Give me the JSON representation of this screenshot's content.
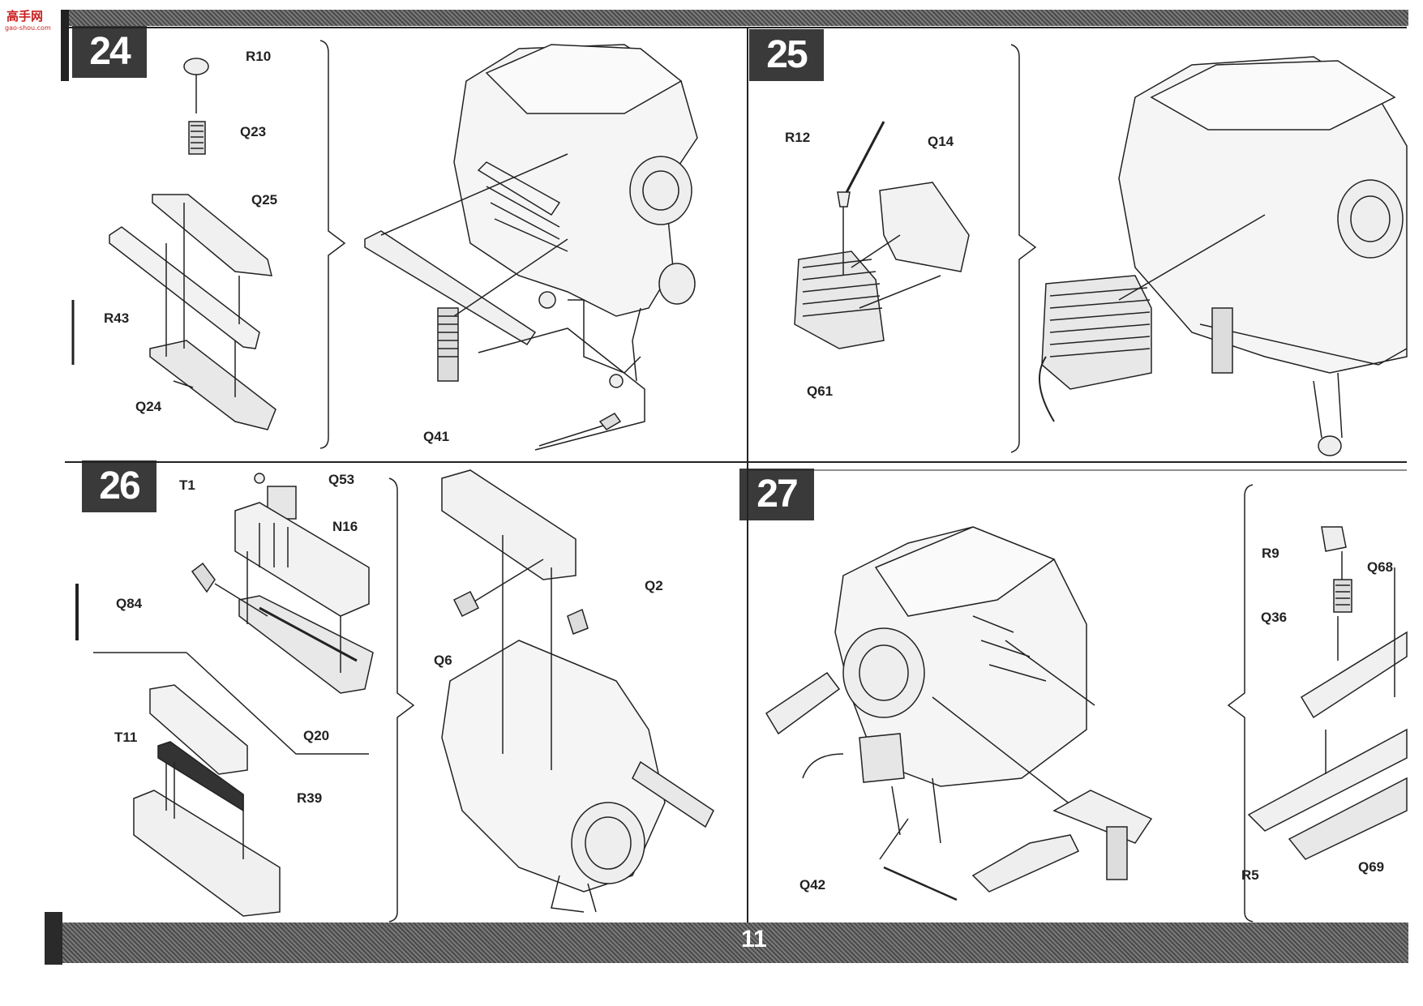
{
  "watermark": {
    "text": "高手网",
    "sub": "gao-shou.com"
  },
  "page_number": "11",
  "steps": [
    {
      "id": "step-24",
      "number": "24",
      "labels": [
        "R10",
        "Q23",
        "Q25",
        "R43",
        "Q24",
        "Q41"
      ]
    },
    {
      "id": "step-25",
      "number": "25",
      "labels": [
        "R12",
        "Q14",
        "Q61"
      ]
    },
    {
      "id": "step-26",
      "number": "26",
      "labels": [
        "T1",
        "Q53",
        "N16",
        "Q84",
        "Q20",
        "T11",
        "R39",
        "Q2",
        "Q6"
      ]
    },
    {
      "id": "step-27",
      "number": "27",
      "labels": [
        "R9",
        "Q68",
        "Q36",
        "Q42",
        "R5",
        "Q69"
      ]
    }
  ]
}
